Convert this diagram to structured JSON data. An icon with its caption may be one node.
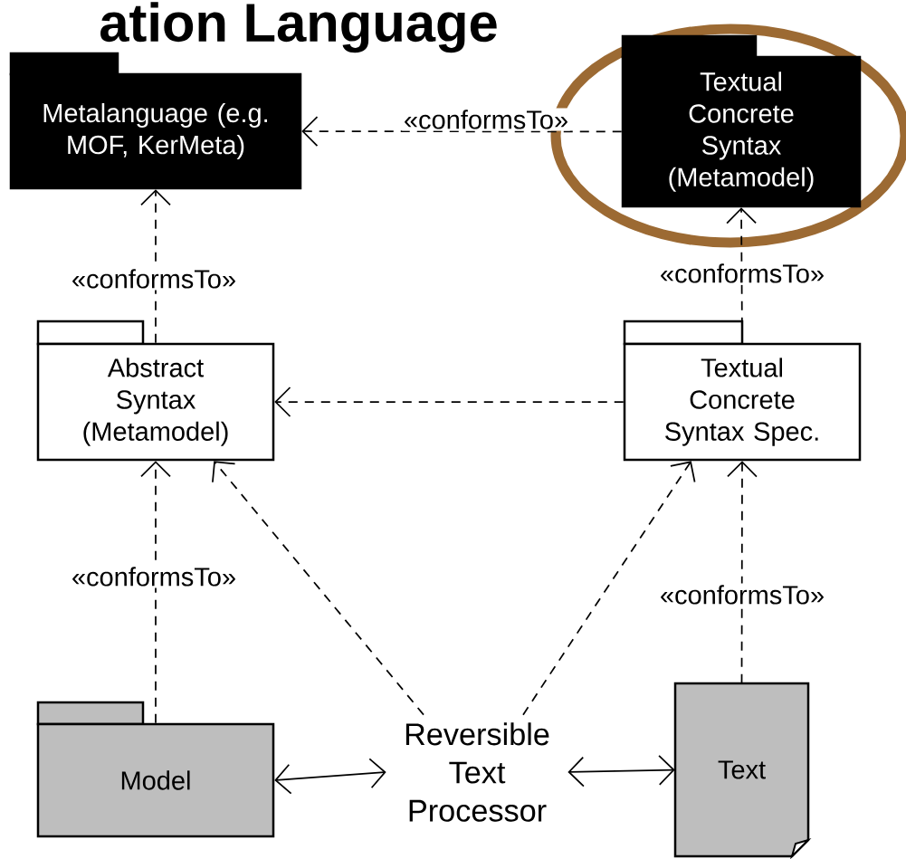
{
  "diagram": {
    "title": "ation Language",
    "nodes": [
      {
        "text": [
          "Metalanguage (e.g. MOF, KerMeta)"
        ]
      },
      {
        "text": [
          "Textual Concrete Syntax (Metamodel)"
        ]
      },
      {
        "text": [
          "Abstract Syntax (Metamodel)"
        ]
      },
      {
        "text": [
          "Textual Concrete Syntax Spec."
        ]
      },
      {
        "text": [
          "Model"
        ]
      },
      {
        "text": [
          "Reversible Text Processor"
        ]
      },
      {
        "text": [
          "Text"
        ]
      }
    ],
    "edges": [
      {
        "from": 1,
        "to": 0,
        "arrow": "to",
        "style": "dashed",
        "label": "«conformsTo»"
      },
      {
        "from": 2,
        "to": 0,
        "arrow": "to",
        "style": "dashed",
        "label": "«conformsTo»"
      },
      {
        "from": 3,
        "to": 1,
        "arrow": "to",
        "style": "dashed",
        "label": "«conformsTo»"
      },
      {
        "from": 3,
        "to": 2,
        "arrow": "to",
        "style": "dashed"
      },
      {
        "from": 4,
        "to": 2,
        "arrow": "to",
        "style": "dashed",
        "label": "«conformsTo»"
      },
      {
        "from": 5,
        "to": 2,
        "arrow": "to",
        "style": "dashed"
      },
      {
        "from": 5,
        "to": 3,
        "arrow": "to",
        "style": "dashed"
      },
      {
        "from": 6,
        "to": 3,
        "arrow": "to",
        "style": "dashed",
        "label": "«conformsTo»"
      },
      {
        "from": 4,
        "to": 5,
        "arrow": "both"
      },
      {
        "from": 5,
        "to": 6,
        "arrow": "both"
      }
    ]
  }
}
